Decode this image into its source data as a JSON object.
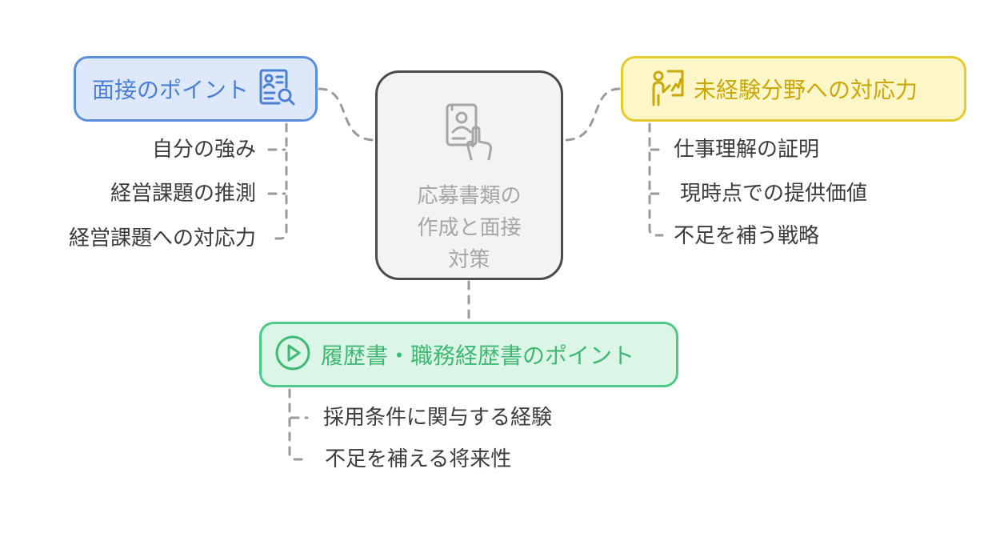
{
  "center": {
    "title_lines": [
      "応募書類の",
      "作成と面接",
      "対策"
    ],
    "icon": "document-touch-icon"
  },
  "interview": {
    "title": "面接のポイント",
    "icon": "profile-search-icon",
    "color": "#5b8fdc",
    "items": [
      "自分の強み",
      "経営課題の推測",
      "経営課題への対応力"
    ]
  },
  "inexperienced": {
    "title": "未経験分野への対応力",
    "icon": "presenter-chart-icon",
    "color": "#e5cb2c",
    "items": [
      "仕事理解の証明",
      "現時点での提供価値",
      "不足を補う戦略"
    ]
  },
  "resume": {
    "title": "履歴書・職務経歴書のポイント",
    "icon": "play-circle-icon",
    "color": "#4cc889",
    "items": [
      "採用条件に関与する経験",
      "不足を補える将来性"
    ]
  }
}
